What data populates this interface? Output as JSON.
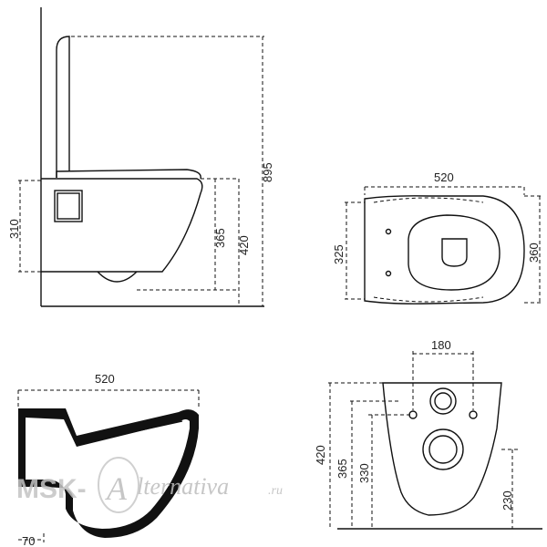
{
  "dimensions": {
    "side_view": {
      "total_height": "895",
      "rim_height_a": "420",
      "rim_height_b": "365",
      "body_height": "310"
    },
    "top_view": {
      "length": "520",
      "inner_width": "325",
      "outer_width": "360"
    },
    "section_view": {
      "length": "520",
      "outlet_offset": "70"
    },
    "rear_view": {
      "mount_spacing": "180",
      "height_a": "420",
      "height_b": "365",
      "height_c": "330",
      "outlet_height": "230"
    }
  },
  "watermark": {
    "left": "MSK-",
    "logo_letter": "A",
    "right": "lternativa",
    "suffix": ".ru"
  }
}
